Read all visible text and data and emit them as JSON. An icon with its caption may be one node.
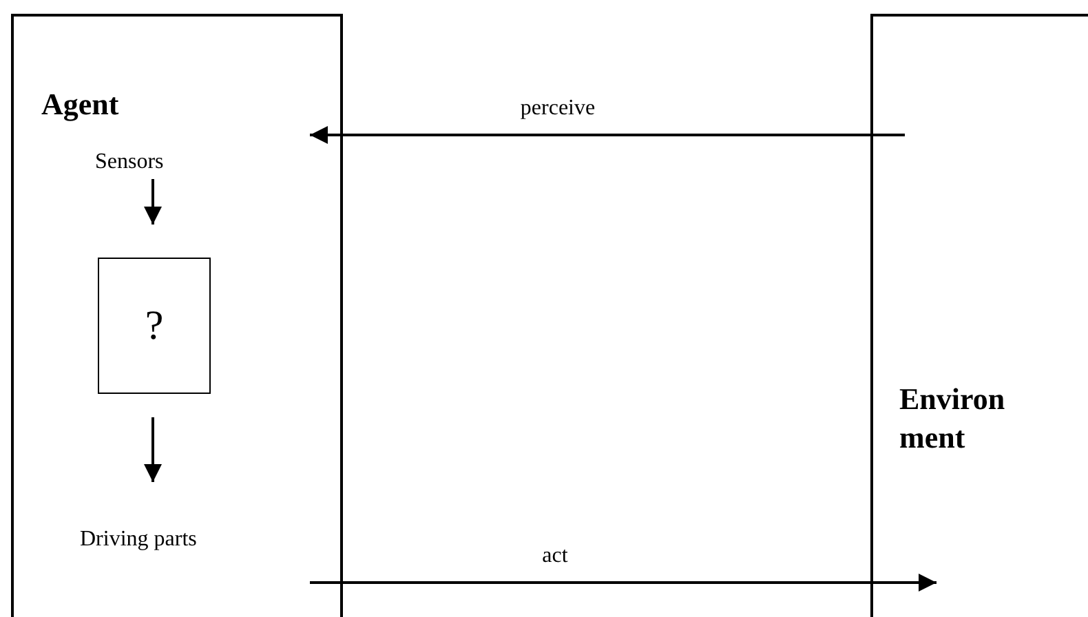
{
  "diagram": {
    "nodes": [
      {
        "text": [
          "Agent"
        ]
      },
      {
        "text": [
          "Sensors"
        ],
        "in": 0
      },
      {
        "text": [
          "?"
        ],
        "in": 0
      },
      {
        "text": [
          "Driving parts"
        ],
        "in": 0
      },
      {
        "text": [
          "Environ ment"
        ]
      }
    ],
    "edges": [
      {
        "from": 4,
        "to": 0,
        "arrow": "to",
        "label": "perceive"
      },
      {
        "from": 1,
        "to": 2,
        "arrow": "to"
      },
      {
        "from": 2,
        "to": 3,
        "arrow": "to"
      },
      {
        "from": 0,
        "to": 4,
        "arrow": "to",
        "label": "act"
      }
    ]
  }
}
